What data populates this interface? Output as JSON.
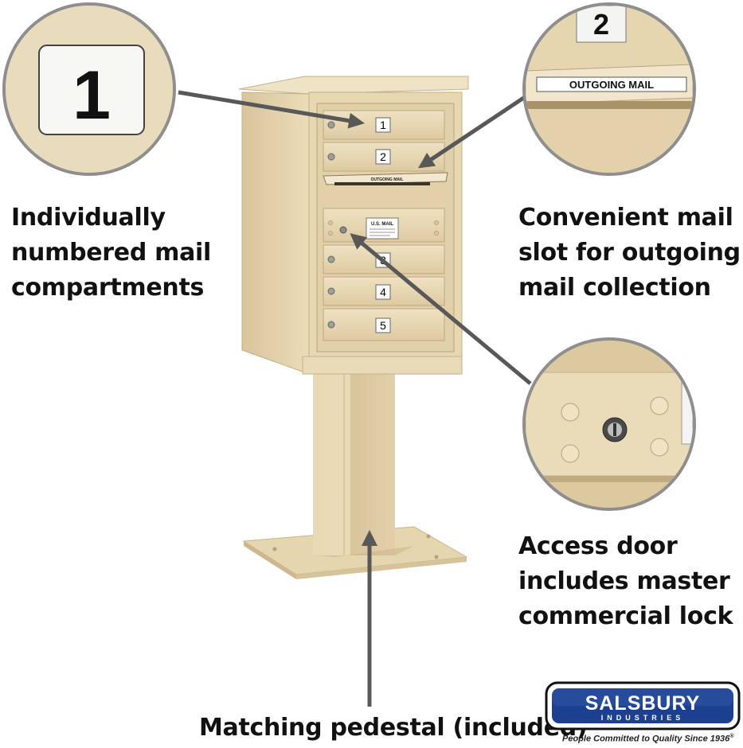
{
  "callouts": {
    "numbered": {
      "lines": [
        "Individually",
        "numbered mail",
        "compartments"
      ],
      "zoom_number": "1"
    },
    "outgoing": {
      "lines": [
        "Convenient mail",
        "slot for outgoing",
        "mail collection"
      ],
      "zoom_number": "2",
      "zoom_label": "OUTGOING MAIL"
    },
    "access": {
      "lines": [
        "Access door",
        "includes master",
        "commercial lock"
      ]
    },
    "pedestal": {
      "text": "Matching pedestal (included)"
    }
  },
  "mailbox": {
    "compartment_numbers": [
      "1",
      "2",
      "3",
      "4",
      "5"
    ],
    "slot_label": "OUTGOING MAIL",
    "usps_label": "U.S. MAIL"
  },
  "brand": {
    "name": "SALSBURY",
    "subtitle": "INDUSTRIES",
    "tagline": "People Committed to Quality Since 1936",
    "trademark": "®"
  },
  "colors": {
    "finish": "#e6d6b0",
    "arrow": "#585858",
    "circle_border": "#8e8e8e",
    "logo_blue": "#1c3f8f"
  }
}
